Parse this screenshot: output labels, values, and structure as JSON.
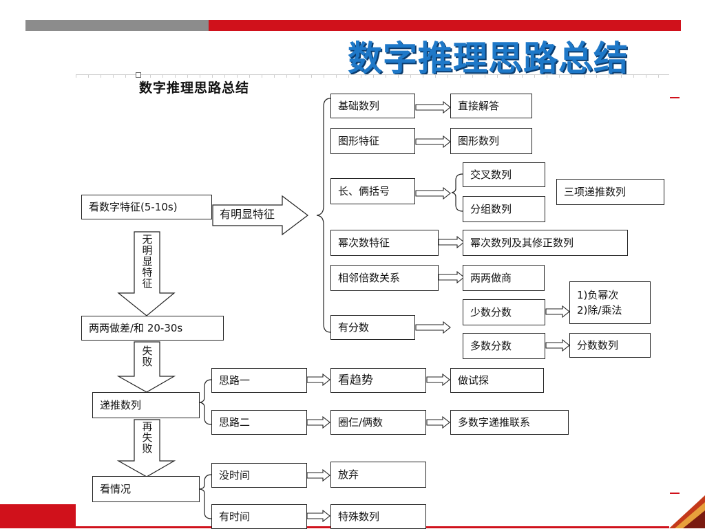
{
  "slide_title": "数字推理思路总结",
  "doc_title": "数字推理思路总结",
  "colors": {
    "accent_red": "#d0111b",
    "title_blue": "#1e78c8",
    "bar_gray": "#8c8c8c"
  },
  "left_flow": {
    "see_features": "看数字特征(5-10s)",
    "obvious_label": "有明显特征",
    "no_obvious_label": "无明显特征",
    "pairwise_diff": "两两做差/和 20-30s",
    "fail_label": "失败",
    "recursive": "递推数列",
    "fail_again_label": "再失败",
    "see_situation": "看情况"
  },
  "features": {
    "basic": "基础数列",
    "basic_result": "直接解答",
    "graphic": "图形特征",
    "graphic_result": "图形数列",
    "long": "长、俩括号",
    "cross": "交叉数列",
    "group": "分组数列",
    "three_term": "三项递推数列",
    "power": "幂次数特征",
    "power_result": "幂次数列及其修正数列",
    "adjacent": "相邻倍数关系",
    "adjacent_result": "两两做商",
    "fraction": "有分数",
    "few_fractions": "少数分数",
    "few_result": "1)负幂次\n2)除/乘法",
    "many_fractions": "多数分数",
    "many_result": "分数数列"
  },
  "ideas": {
    "idea1": "思路一",
    "idea1_step": "看趋势",
    "idea1_result": "做试探",
    "idea2": "思路二",
    "idea2_step": "圈仨/俩数",
    "idea2_result": "多数字递推联系"
  },
  "situation": {
    "no_time": "没时间",
    "no_time_result": "放弃",
    "has_time": "有时间",
    "has_time_result": "特殊数列"
  }
}
